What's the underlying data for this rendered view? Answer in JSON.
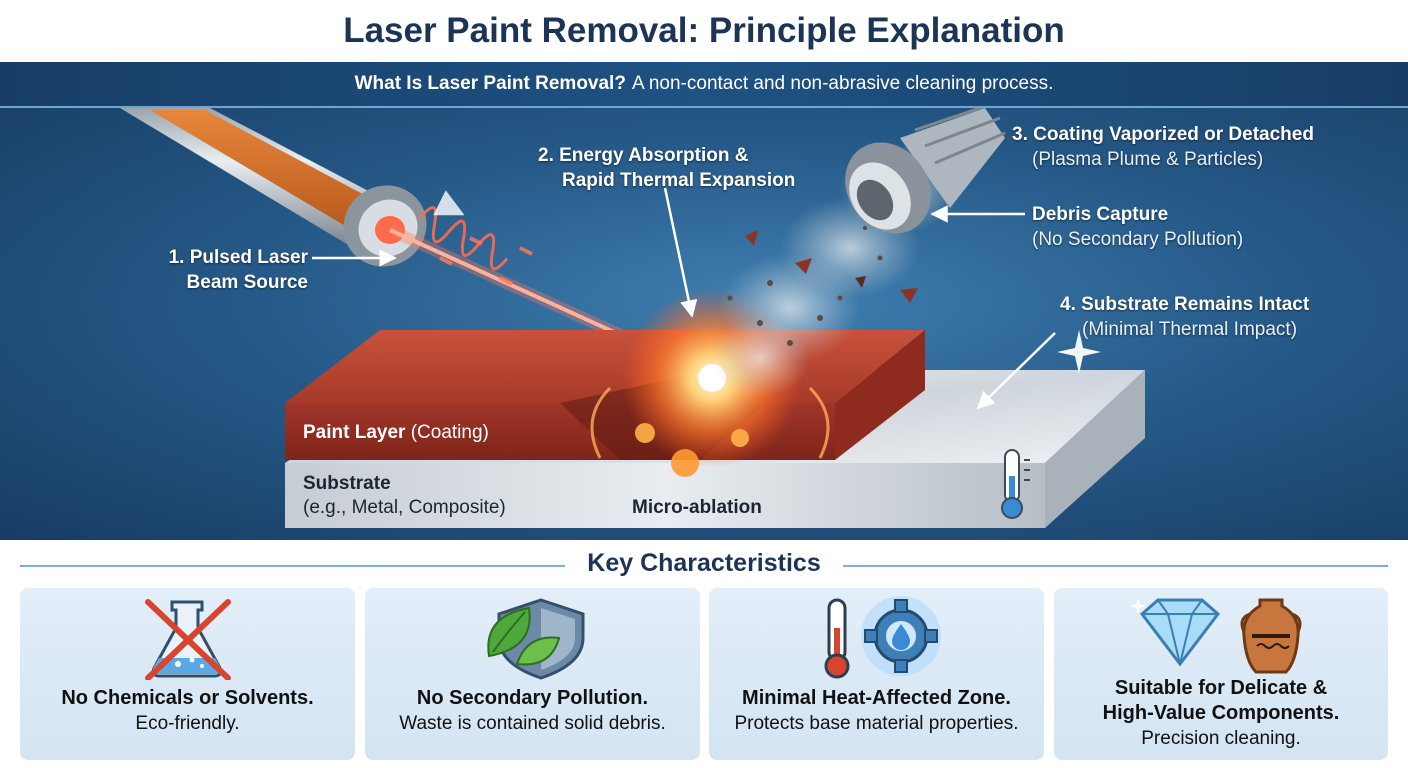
{
  "title": "Laser Paint Removal: Principle Explanation",
  "banner": {
    "question": "What Is Laser Paint Removal?",
    "answer": "A non-contact and non-abrasive cleaning process."
  },
  "diagram": {
    "step1_line1": "1. Pulsed Laser",
    "step1_line2": "Beam Source",
    "step2_line1": "2. Energy Absorption &",
    "step2_line2": "Rapid Thermal Expansion",
    "step3_title": "3. Coating Vaporized or Detached",
    "step3_sub": "(Plasma Plume & Particles)",
    "debris_title": "Debris Capture",
    "debris_sub": "(No Secondary Pollution)",
    "step4_title": "4. Substrate Remains Intact",
    "step4_sub": "(Minimal Thermal Impact)",
    "paint_label": "Paint Layer",
    "paint_sub": "(Coating)",
    "substrate_label": "Substrate",
    "substrate_sub": "(e.g., Metal, Composite)",
    "ablation_label": "Micro-ablation"
  },
  "key": {
    "title": "Key Characteristics",
    "cards": [
      {
        "icon": "no-chemicals-flask-icon",
        "head": "No Chemicals or Solvents.",
        "desc": "Eco-friendly."
      },
      {
        "icon": "leaf-shield-icon",
        "head": "No Secondary Pollution.",
        "desc": "Waste is contained solid debris."
      },
      {
        "icon": "thermometer-gear-icon",
        "head": "Minimal Heat-Affected Zone.",
        "desc": "Protects base material properties."
      },
      {
        "icon": "diamond-vase-icon",
        "head_line1": "Suitable for Delicate &",
        "head_line2": "High-Value Components.",
        "desc": "Precision cleaning."
      }
    ]
  },
  "colors": {
    "title": "#1c3556",
    "banner": "#1e5283",
    "paint": "#b23a2a",
    "laser": "#ff5a3c",
    "card": "#dbe9f6"
  }
}
